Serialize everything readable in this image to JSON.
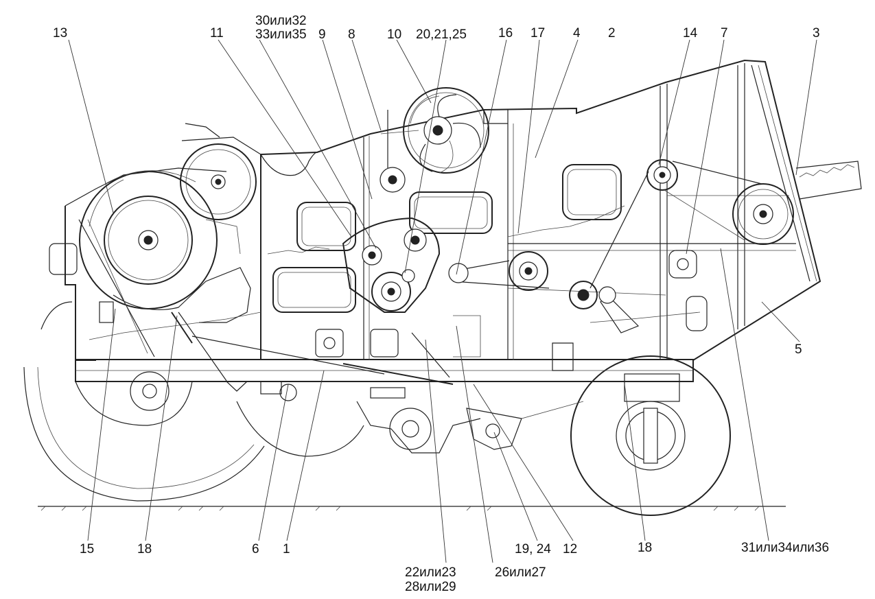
{
  "callouts_top": [
    {
      "id": "c13",
      "text": "13"
    },
    {
      "id": "c11",
      "text": "11"
    },
    {
      "id": "c30",
      "text": "30или32"
    },
    {
      "id": "c33",
      "text": "33или35"
    },
    {
      "id": "c9",
      "text": "9"
    },
    {
      "id": "c8",
      "text": "8"
    },
    {
      "id": "c10",
      "text": "10"
    },
    {
      "id": "c20",
      "text": "20,21,25"
    },
    {
      "id": "c16",
      "text": "16"
    },
    {
      "id": "c17",
      "text": "17"
    },
    {
      "id": "c4",
      "text": "4"
    },
    {
      "id": "c2",
      "text": "2"
    },
    {
      "id": "c14",
      "text": "14"
    },
    {
      "id": "c7",
      "text": "7"
    },
    {
      "id": "c3",
      "text": "3"
    }
  ],
  "callouts_bottom": [
    {
      "id": "c15",
      "text": "15"
    },
    {
      "id": "c18a",
      "text": "18"
    },
    {
      "id": "c6",
      "text": "6"
    },
    {
      "id": "c1",
      "text": "1"
    },
    {
      "id": "c22",
      "text": "22или23"
    },
    {
      "id": "c28",
      "text": "28или29"
    },
    {
      "id": "c26",
      "text": "26или27"
    },
    {
      "id": "c19",
      "text": "19, 24"
    },
    {
      "id": "c12",
      "text": "12"
    },
    {
      "id": "c18b",
      "text": "18"
    },
    {
      "id": "c5",
      "text": "5"
    },
    {
      "id": "c31",
      "text": "31или34или36"
    }
  ]
}
